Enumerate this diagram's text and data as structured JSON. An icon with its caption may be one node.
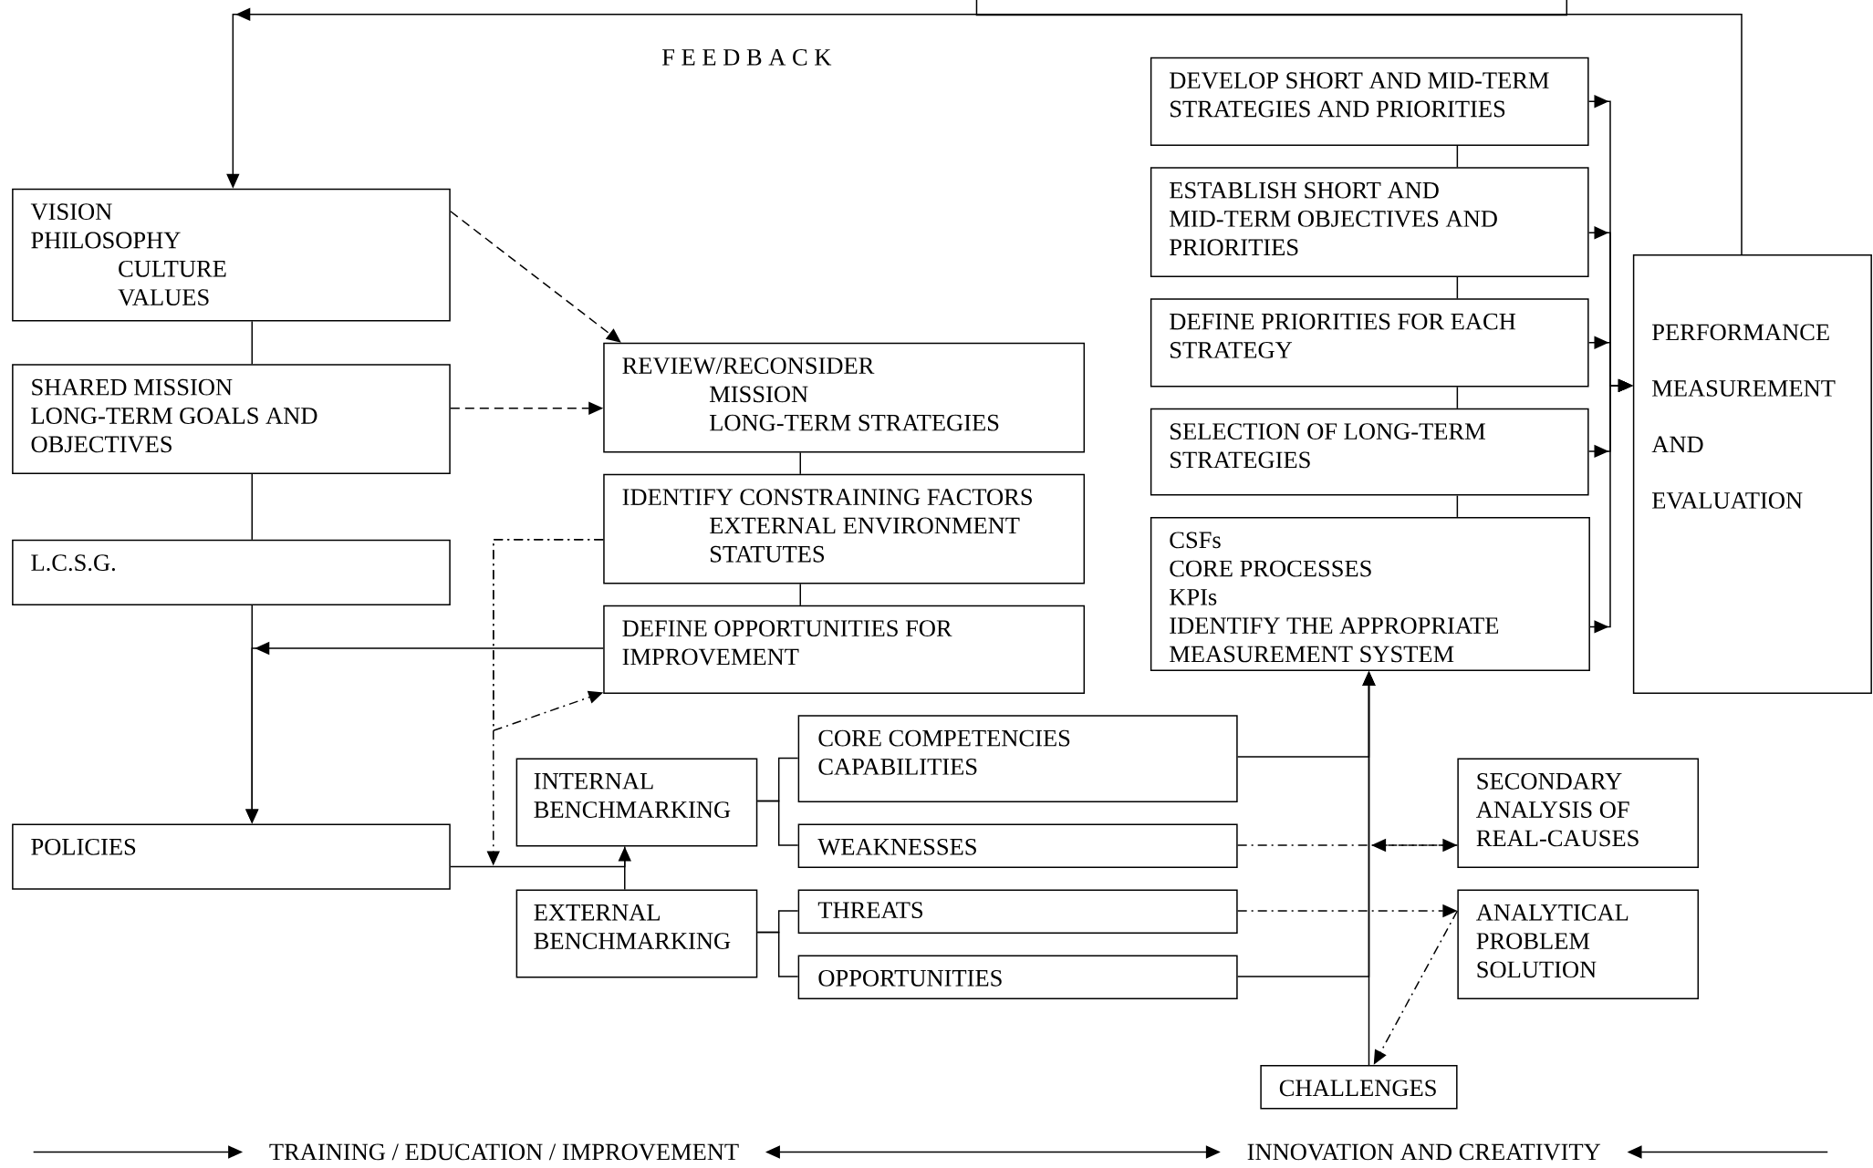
{
  "diagram": {
    "nodes": [
      {
        "text": [],
        "shape": "box"
      },
      {
        "text": [
          "VISION",
          "PHILOSOPHY",
          "CULTURE",
          "VALUES"
        ]
      },
      {
        "text": [
          "SHARED MISSION",
          "LONG-TERM GOALS AND OBJECTIVES"
        ]
      },
      {
        "text": [
          "L.C.S.G."
        ]
      },
      {
        "text": [
          "POLICIES"
        ]
      },
      {
        "text": [
          "REVIEW/RECONSIDER",
          "MISSION",
          "LONG-TERM STRATEGIES"
        ]
      },
      {
        "text": [
          "IDENTIFY CONSTRAINING FACTORS",
          "EXTERNAL ENVIRONMENT",
          "STATUTES"
        ]
      },
      {
        "text": [
          "DEFINE OPPORTUNITIES FOR IMPROVEMENT"
        ]
      },
      {
        "text": [
          "INTERNAL BENCHMARKING"
        ]
      },
      {
        "text": [
          "EXTERNAL BENCHMARKING"
        ]
      },
      {
        "text": [
          "CORE COMPETENCIES",
          "CAPABILITIES"
        ]
      },
      {
        "text": [
          "WEAKNESSES"
        ]
      },
      {
        "text": [
          "THREATS"
        ]
      },
      {
        "text": [
          "OPPORTUNITIES"
        ]
      },
      {
        "text": [
          "SECONDARY ANALYSIS OF REAL-CAUSES"
        ]
      },
      {
        "text": [
          "ANALYTICAL PROBLEM SOLUTION"
        ]
      },
      {
        "text": [
          "CHALLENGES"
        ]
      },
      {
        "text": [
          "DEVELOP SHORT AND MID-TERM STRATEGIES AND PRIORITIES"
        ]
      },
      {
        "text": [
          "ESTABLISH SHORT AND MID-TERM OBJECTIVES AND PRIORITIES"
        ]
      },
      {
        "text": [
          "DEFINE PRIORITIES FOR EACH STRATEGY"
        ]
      },
      {
        "text": [
          "SELECTION OF LONG-TERM STRATEGIES"
        ]
      },
      {
        "text": [
          "CSFs",
          "CORE PROCESSES",
          "KPIs",
          "IDENTIFY THE APPROPRIATE MEASUREMENT SYSTEM"
        ]
      },
      {
        "text": [
          "PERFORMANCE",
          "MEASUREMENT",
          "AND",
          "EVALUATION"
        ]
      },
      {
        "text": [
          "TRAINING / EDUCATION / IMPROVEMENT"
        ]
      },
      {
        "text": [
          "INNOVATION AND CREATIVITY"
        ]
      }
    ],
    "edges": [
      {
        "from": 22,
        "to": 1,
        "arrow": "to",
        "label": "F E E D B A C K"
      },
      {
        "from": 1,
        "to": 2,
        "arrow": "none"
      },
      {
        "from": 2,
        "to": 3,
        "arrow": "none"
      },
      {
        "from": 3,
        "to": 4,
        "arrow": "to"
      },
      {
        "from": 7,
        "to": 4,
        "arrow": "to"
      },
      {
        "from": 1,
        "to": 5,
        "arrow": "to",
        "style": "dashed"
      },
      {
        "from": 2,
        "to": 5,
        "arrow": "to",
        "style": "dashed"
      },
      {
        "from": 5,
        "to": 6,
        "arrow": "none"
      },
      {
        "from": 6,
        "to": 7,
        "arrow": "none"
      },
      {
        "from": 6,
        "to": 7,
        "arrow": "to",
        "style": "dashed"
      },
      {
        "from": 6,
        "to": 8,
        "arrow": "to",
        "style": "dashed"
      },
      {
        "from": 4,
        "to": 8,
        "arrow": "to"
      },
      {
        "from": 8,
        "to": 9,
        "arrow": "none"
      },
      {
        "from": 8,
        "to": 10,
        "arrow": "none"
      },
      {
        "from": 8,
        "to": 11,
        "arrow": "none"
      },
      {
        "from": 9,
        "to": 12,
        "arrow": "none"
      },
      {
        "from": 9,
        "to": 13,
        "arrow": "none"
      },
      {
        "from": 10,
        "to": 21,
        "arrow": "to"
      },
      {
        "from": 13,
        "to": 21,
        "arrow": "to"
      },
      {
        "from": 16,
        "to": 21,
        "arrow": "to"
      },
      {
        "from": 11,
        "to": 14,
        "arrow": "to",
        "style": "dashed"
      },
      {
        "from": 14,
        "to": null,
        "arrow": "to",
        "style": "dashed"
      },
      {
        "from": 12,
        "to": 15,
        "arrow": "to",
        "style": "dashed"
      },
      {
        "from": 15,
        "to": 16,
        "arrow": "to",
        "style": "dashed"
      },
      {
        "from": 17,
        "to": 18,
        "arrow": "none"
      },
      {
        "from": 18,
        "to": 19,
        "arrow": "none"
      },
      {
        "from": 19,
        "to": 20,
        "arrow": "none"
      },
      {
        "from": 20,
        "to": 21,
        "arrow": "none"
      },
      {
        "from": 17,
        "to": 22,
        "arrow": "to"
      },
      {
        "from": 18,
        "to": 22,
        "arrow": "to"
      },
      {
        "from": 19,
        "to": 22,
        "arrow": "to"
      },
      {
        "from": 20,
        "to": 22,
        "arrow": "to"
      },
      {
        "from": 21,
        "to": 22,
        "arrow": "to"
      },
      {
        "from": null,
        "to": 23,
        "arrow": "to"
      },
      {
        "from": 23,
        "to": 24,
        "arrow": "both"
      },
      {
        "from": null,
        "to": 24,
        "arrow": "to"
      }
    ]
  }
}
